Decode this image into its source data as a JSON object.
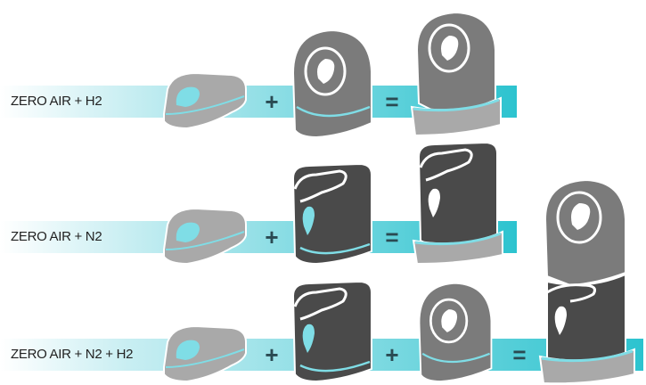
{
  "rows": [
    {
      "label": "ZERO AIR + H2",
      "operators": [
        "+",
        "="
      ],
      "modules": [
        "zero-air-base",
        "hydrogen-module",
        "combined-zero-air-h2"
      ]
    },
    {
      "label": "ZERO AIR + N2",
      "operators": [
        "+",
        "="
      ],
      "modules": [
        "zero-air-base",
        "nitrogen-module",
        "combined-zero-air-n2"
      ]
    },
    {
      "label": "ZERO AIR + N2 + H2",
      "operators": [
        "+",
        "+",
        "="
      ],
      "modules": [
        "zero-air-base",
        "nitrogen-module",
        "hydrogen-module",
        "combined-zero-air-n2-h2"
      ]
    }
  ],
  "colors": {
    "band_start": "#ffffff",
    "band_end": "#2cc3cf",
    "base_gray": "#a9a9a9",
    "hydrogen_gray": "#7b7b7b",
    "nitrogen_gray": "#4a4a4a",
    "accent_cyan": "#7fdde6",
    "operator": "#2a4a52"
  }
}
